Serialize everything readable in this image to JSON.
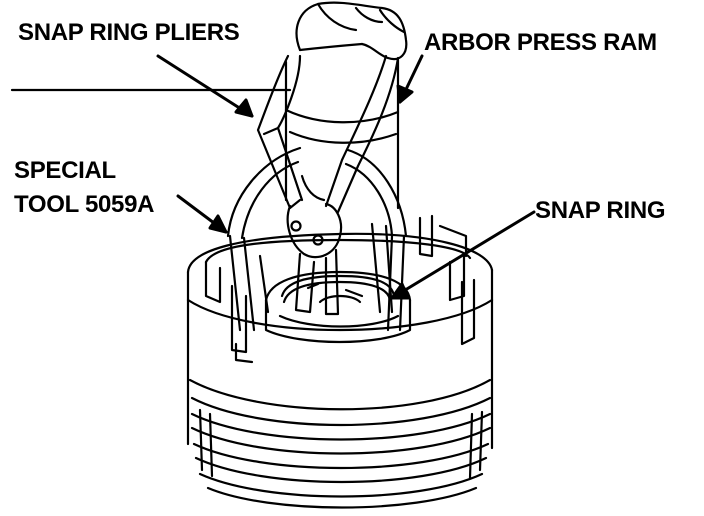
{
  "labels": {
    "pliers": "SNAP RING PLIERS",
    "ram": "ARBOR PRESS RAM",
    "tool_line1": "SPECIAL",
    "tool_line2": "TOOL 5059A",
    "snap_ring": "SNAP RING"
  },
  "colors": {
    "ink": "#000000",
    "paper": "#ffffff"
  }
}
